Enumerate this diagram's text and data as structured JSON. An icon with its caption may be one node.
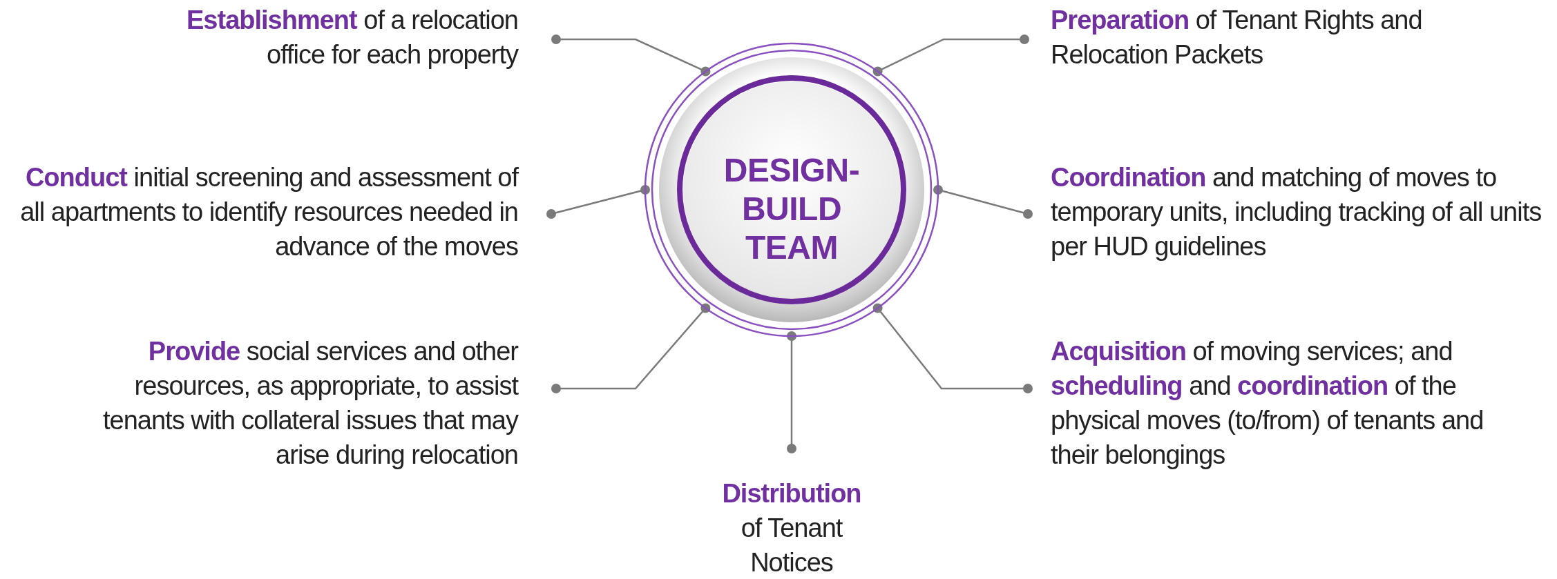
{
  "diagram": {
    "nodes": [
      {
        "text": [
          "DESIGN-BUILD TEAM"
        ]
      },
      {
        "text": [
          "**Establishment** of a relocation office for each property"
        ]
      },
      {
        "text": [
          "**Preparation** of Tenant Rights and Relocation Packets"
        ]
      },
      {
        "text": [
          "**Conduct** initial screening and assessment of all apartments to identify resources needed in advance of the moves"
        ]
      },
      {
        "text": [
          "**Coordination** and matching of moves to temporary units, including tracking of all units per HUD guidelines"
        ]
      },
      {
        "text": [
          "**Provide** social services and other resources, as appropriate, to assist tenants with collateral issues that may arise during relocation"
        ]
      },
      {
        "text": [
          "**Acquisition** of moving services; and **scheduling** and **coordination** of the physical moves (to/from) of tenants and their belongings"
        ]
      },
      {
        "text": [
          "**Distribution** of Tenant Notices"
        ]
      }
    ],
    "edges": [
      {
        "from": 0,
        "to": 1,
        "arrow": "other"
      },
      {
        "from": 0,
        "to": 2,
        "arrow": "other"
      },
      {
        "from": 0,
        "to": 3,
        "arrow": "other"
      },
      {
        "from": 0,
        "to": 4,
        "arrow": "other"
      },
      {
        "from": 0,
        "to": 5,
        "arrow": "other"
      },
      {
        "from": 0,
        "to": 6,
        "arrow": "other"
      },
      {
        "from": 0,
        "to": 7,
        "arrow": "other"
      }
    ]
  }
}
